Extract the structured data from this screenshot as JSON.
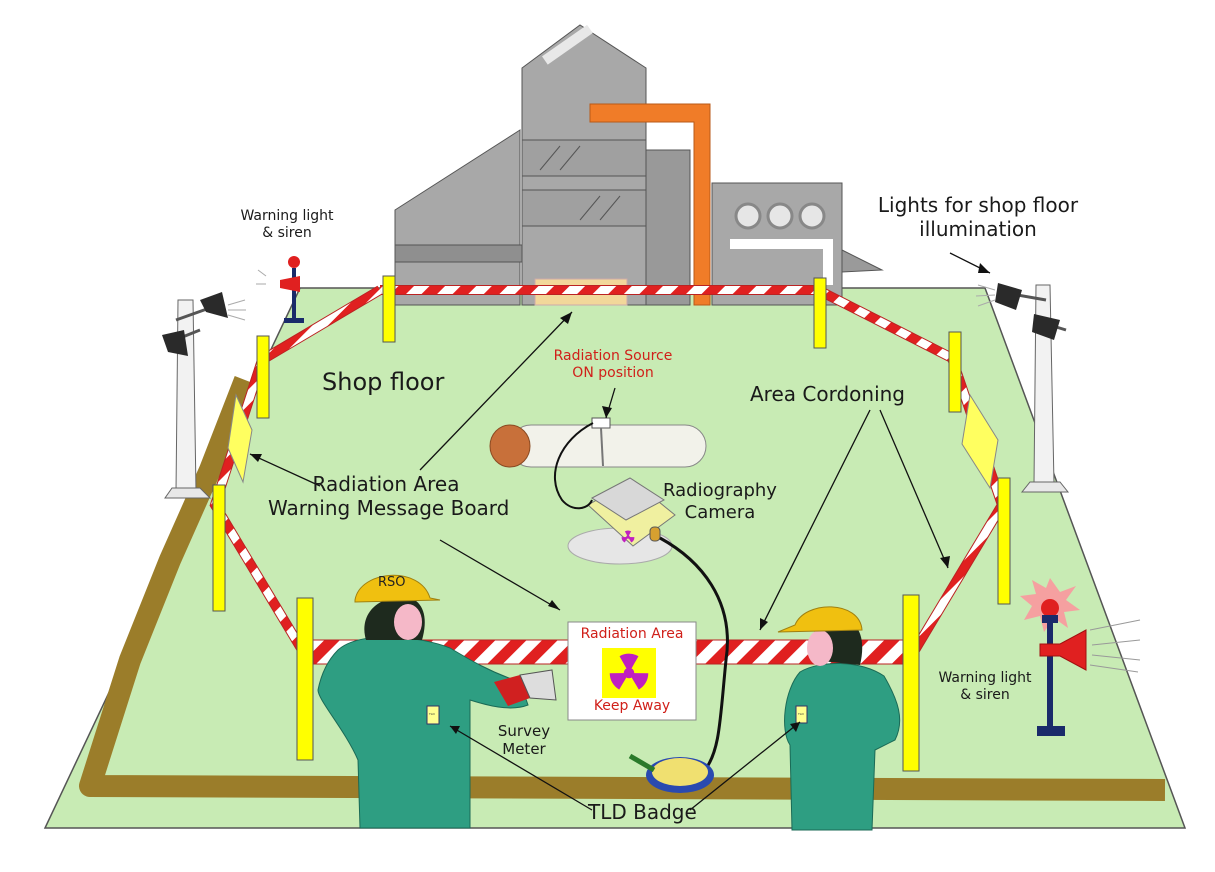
{
  "labels": {
    "warning_light_left_line1": "Warning light",
    "warning_light_left_line2": "& siren",
    "lights_line1": "Lights for shop floor",
    "lights_line2": "illumination",
    "shop_floor": "Shop floor",
    "source_line1": "Radiation Source",
    "source_line2": "ON position",
    "area_cordoning": "Area Cordoning",
    "board_line1": "Radiation Area",
    "board_line2": "Warning Message Board",
    "camera_line1": "Radiography",
    "camera_line2": "Camera",
    "rso": "RSO",
    "sign_title": "Radiation Area",
    "sign_footer": "Keep Away",
    "warning_light_right_line1": "Warning light",
    "warning_light_right_line2": "& siren",
    "survey_line1": "Survey",
    "survey_line2": "Meter",
    "tld_badge": "TLD Badge",
    "tld_small": "TLD"
  },
  "colors": {
    "floor": "#c8ebb4",
    "path": "#9b7d2a",
    "building": "#a8a8a8",
    "crane": "#f07c28",
    "tape_red": "#e02020",
    "post_yellow": "#ffff00",
    "coverall": "#2e9e82",
    "helmet": "#f0c010",
    "label_red": "#d0201a"
  },
  "icons": [
    "warning-light-icon",
    "siren-icon",
    "floodlight-icon",
    "radiation-trefoil-icon",
    "helmet-icon"
  ]
}
